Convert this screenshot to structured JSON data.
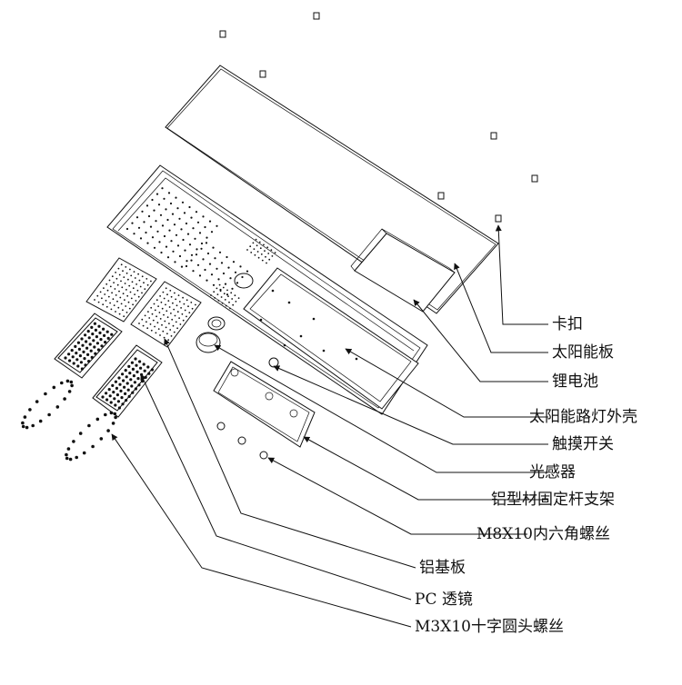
{
  "labels": {
    "clip": "卡扣",
    "solar_panel": "太阳能板",
    "battery": "锂电池",
    "housing": "太阳能路灯外壳",
    "touch_switch": "触摸开关",
    "light_sensor": "光感器",
    "bracket": "铝型材固定杆支架",
    "hex_screw": "M8X10内六角螺丝",
    "aluminum_board": "铝基板",
    "pc_lens": "PC 透镜",
    "cross_screw": "M3X10十字圆头螺丝"
  }
}
